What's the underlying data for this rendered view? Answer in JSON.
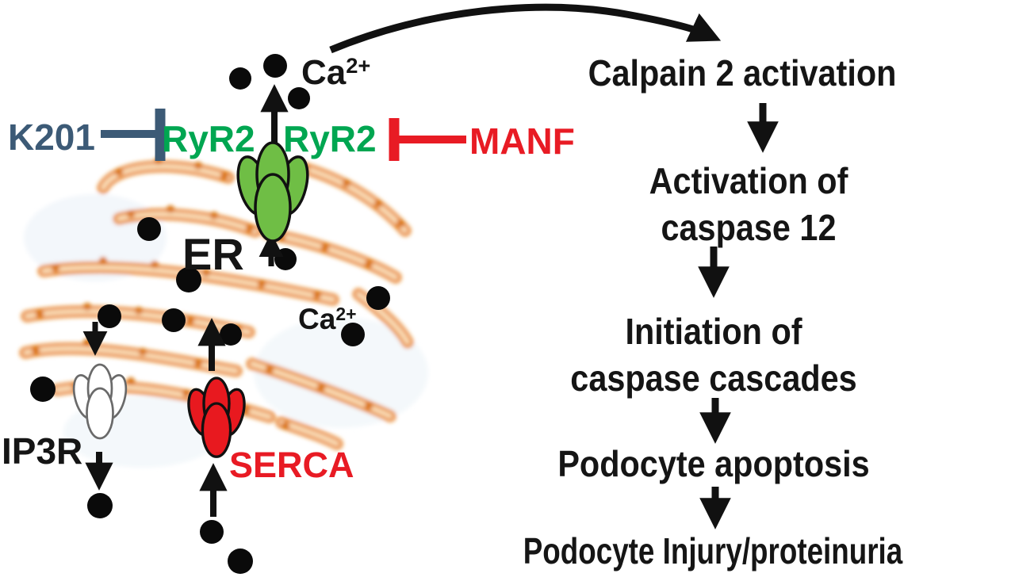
{
  "figure": {
    "type": "signaling-pathway-diagram",
    "background": "#FFFFFF",
    "colors": {
      "k201_text": "#3C5A76",
      "ryr2_text": "#00A651",
      "ryr2_channel_fill": "#6FBE45",
      "inhibit_red": "#E81B24",
      "serca_channel_fill": "#E8191F",
      "ip3r_channel_fill": "#FFFFFF",
      "er_membrane_orange": "#E8831F",
      "ink_black": "#151515"
    },
    "labels": {
      "k201": "K201",
      "ryr2_left": "RyR2",
      "ryr2_right": "RyR2",
      "manf": "MANF",
      "ca_base": "Ca",
      "ca_sup": "2+",
      "er": "ER",
      "ip3r": "IP3R",
      "serca": "SERCA"
    },
    "cascade": {
      "steps": [
        {
          "lines": [
            "Calpain 2 activation"
          ]
        },
        {
          "lines": [
            "Activation of",
            "caspase 12"
          ]
        },
        {
          "lines": [
            "Initiation of",
            "caspase cascades"
          ]
        },
        {
          "lines": [
            "Podocyte apoptosis"
          ]
        },
        {
          "lines": [
            "Podocyte Injury/proteinuria"
          ]
        }
      ]
    },
    "relations_depicted": [
      "K201 -| RyR2",
      "MANF -| RyR2",
      "RyR2 releases Ca2+ from ER",
      "IP3R releases Ca2+ from ER",
      "SERCA pumps Ca2+ into ER",
      "Ca2+ -> Calpain 2 activation"
    ]
  }
}
